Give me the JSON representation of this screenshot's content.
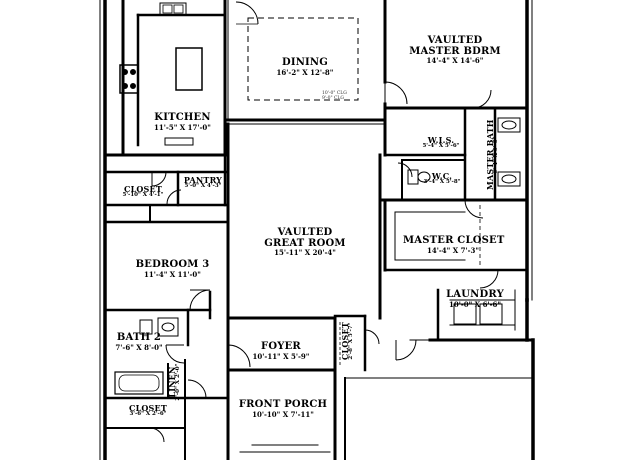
{
  "rooms": {
    "kitchen": {
      "name": "KITCHEN",
      "dim": "11'-5\" X 17'-0\""
    },
    "dining": {
      "name": "DINING",
      "dim": "16'-2\" X 12'-8\""
    },
    "master_bdrm": {
      "name_l1": "VAULTED",
      "name_l2": "MASTER BDRM",
      "dim": "14'-4\" X 14'-6\""
    },
    "wis": {
      "name": "W.I.S.",
      "dim": "5'-4\" X 5'-6\""
    },
    "master_bath": {
      "name": "MASTER BATH",
      "dim": "6'-4\" X 9'-0\""
    },
    "wc": {
      "name": "W.C.",
      "dim": "3'-4\" X 5'-8\""
    },
    "closet_left": {
      "name": "CLOSET",
      "dim": "5'-10\" X 4'-1\""
    },
    "pantry": {
      "name": "PANTRY",
      "dim": "5'-0\" X 4'-3\""
    },
    "great_room": {
      "name_l1": "VAULTED",
      "name_l2": "GREAT ROOM",
      "dim": "15'-11\" X 20'-4\""
    },
    "master_closet": {
      "name": "MASTER CLOSET",
      "dim": "14'-4\" X 7'-3\""
    },
    "bedroom3": {
      "name": "BEDROOM 3",
      "dim": "11'-4\" X 11'-0\""
    },
    "laundry": {
      "name": "LAUNDRY",
      "dim": "10'-0\" X 6'-6\""
    },
    "bath2": {
      "name": "BATH 2",
      "dim": "7'-6\" X 8'-0\""
    },
    "foyer": {
      "name": "FOYER",
      "dim": "10'-11\" X 5'-9\""
    },
    "closet_foyer": {
      "name": "CLOSET",
      "dim": "2'-8\" X 5'-7\""
    },
    "linen": {
      "name": "LINEN",
      "dim": "2'-0\" X 2'-0\""
    },
    "closet_bottom": {
      "name": "CLOSET",
      "dim": "3'-6\" X 2'-6\""
    },
    "front_porch": {
      "name": "FRONT PORCH",
      "dim": "10'-10\" X 7'-11\""
    }
  },
  "notes": {
    "ceiling_l1": "10'-0\" CLG",
    "ceiling_l2": "9'-0\" CLG"
  },
  "colors": {
    "wall": "#000000",
    "background": "#ffffff",
    "fixture": "#000000"
  }
}
